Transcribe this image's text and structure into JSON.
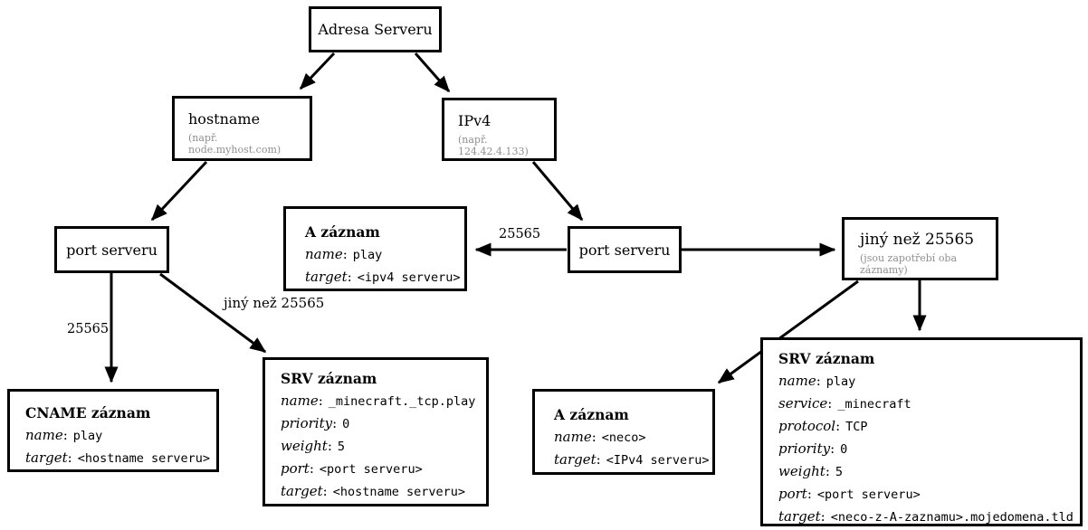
{
  "diagram": {
    "field_separator": ":",
    "colors": {
      "line": "#000000",
      "box_border": "#000000",
      "box_background": "#ffffff",
      "subtext": "#8f8f8f",
      "background": "#ffffff"
    },
    "nodes": {
      "adresa_serveru": {
        "title": "Adresa Serveru"
      },
      "hostname": {
        "title": "hostname",
        "subtitle": "(např. node.myhost.com)"
      },
      "ipv4": {
        "title": "IPv4",
        "subtitle": "(např. 124.42.4.133)"
      },
      "port_serveru_left": {
        "title": "port serveru"
      },
      "port_serveru_right": {
        "title": "port serveru"
      },
      "jiny_nez_25565": {
        "title": "jiný než 25565",
        "subtitle": "(jsou zapotřebí oba záznamy)"
      },
      "a_zaznam_stred": {
        "title": "A záznam",
        "fields": [
          {
            "label": "name",
            "value": "play"
          },
          {
            "label": "target",
            "value": "<ipv4 serveru>"
          }
        ]
      },
      "cname_zaznam": {
        "title": "CNAME záznam",
        "fields": [
          {
            "label": "name",
            "value": "play"
          },
          {
            "label": "target",
            "value": "<hostname serveru>"
          }
        ]
      },
      "srv_zaznam_left": {
        "title": "SRV záznam",
        "fields": [
          {
            "label": "name",
            "value": "_minecraft._tcp.play"
          },
          {
            "label": "priority",
            "value": "0"
          },
          {
            "label": "weight",
            "value": "5"
          },
          {
            "label": "port",
            "value": "<port serveru>"
          },
          {
            "label": "target",
            "value": "<hostname serveru>"
          }
        ]
      },
      "a_zaznam_dole": {
        "title": "A záznam",
        "fields": [
          {
            "label": "name",
            "value": "<neco>"
          },
          {
            "label": "target",
            "value": "<IPv4 serveru>"
          }
        ]
      },
      "srv_zaznam_right": {
        "title": "SRV záznam",
        "fields": [
          {
            "label": "name",
            "value": "play"
          },
          {
            "label": "service",
            "value": "_minecraft"
          },
          {
            "label": "protocol",
            "value": "TCP"
          },
          {
            "label": "priority",
            "value": "0"
          },
          {
            "label": "weight",
            "value": "5"
          },
          {
            "label": "port",
            "value": "<port serveru>"
          },
          {
            "label": "target",
            "value": "<neco-z-A-zaznamu>.mojedomena.tld"
          }
        ]
      }
    },
    "edge_labels": {
      "port_left_25565": "25565",
      "port_left_jiny": "jiný než 25565",
      "port_right_25565": "25565"
    }
  }
}
